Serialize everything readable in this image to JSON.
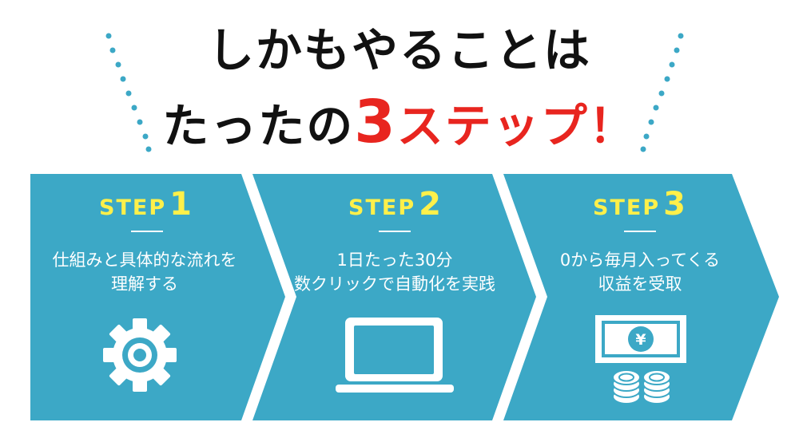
{
  "headline": {
    "line1": "しかもやることは",
    "line2_pre": "たったの",
    "line2_num": "3",
    "line2_post": "ステップ！"
  },
  "colors": {
    "band": "#3ca8c6",
    "step_title": "#fff04a",
    "accent_red": "#e8251f",
    "dots": "#3ca8c6"
  },
  "steps": [
    {
      "word": "STEP",
      "number": "1",
      "text_line1": "仕組みと具体的な流れを",
      "text_line2": "理解する",
      "icon": "gear-icon"
    },
    {
      "word": "STEP",
      "number": "2",
      "text_line1": "1日たった30分",
      "text_line2": "数クリックで自動化を実践",
      "icon": "laptop-icon"
    },
    {
      "word": "STEP",
      "number": "3",
      "text_line1": "0から毎月入ってくる",
      "text_line2": "収益を受取",
      "icon": "yen-money-icon"
    }
  ]
}
